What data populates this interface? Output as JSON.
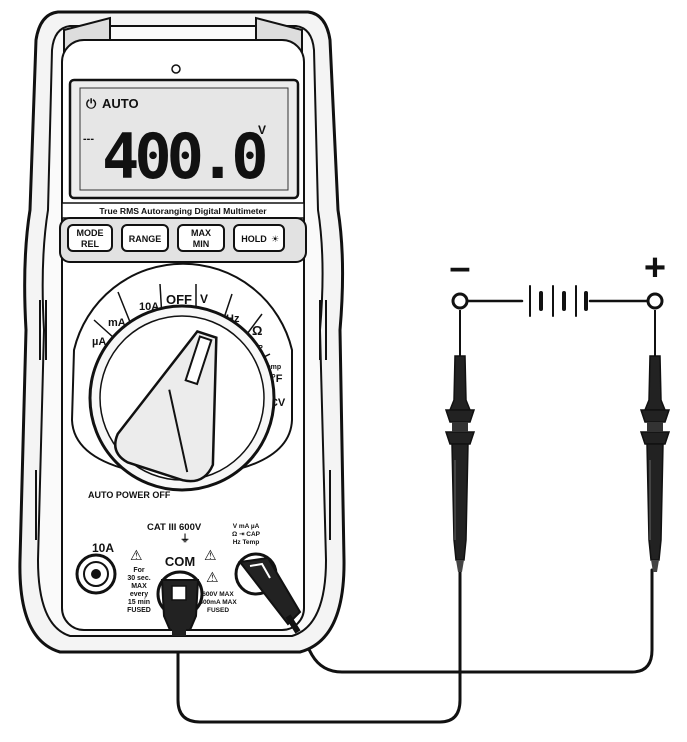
{
  "display": {
    "mode": "AUTO",
    "reading": "400.0",
    "unit": "V",
    "dash": "---"
  },
  "meter": {
    "model_line": "True RMS Autoranging Digital Multimeter",
    "auto_power_off": "AUTO POWER OFF",
    "category": "CAT III 600V"
  },
  "buttons": [
    {
      "line1": "MODE",
      "line2": "REL"
    },
    {
      "line1": "RANGE",
      "line2": ""
    },
    {
      "line1": "MAX",
      "line2": "MIN"
    },
    {
      "line1": "HOLD",
      "line2": ""
    }
  ],
  "dial": {
    "off": "OFF",
    "ua": "µA",
    "ma": "mA",
    "a10": "10A",
    "vac": "V",
    "vac_sub": "Hz",
    "hz": "Hz",
    "ohm": "Ω",
    "cap": "CAP",
    "temp_top": "Temp",
    "temp": "°C°F",
    "ncv": "NCV"
  },
  "jacks": {
    "a10": "10A",
    "com": "COM",
    "left_warning": [
      "For",
      "30 sec.",
      "MAX",
      "every",
      "15 min",
      "FUSED"
    ],
    "right_warning": [
      "600V MAX",
      "600mA MAX",
      "FUSED"
    ],
    "right_top": [
      "V mA µA",
      "Ω ⇥ CAP",
      "Hz Temp"
    ]
  },
  "battery": {
    "negative": "–",
    "positive": "+"
  }
}
